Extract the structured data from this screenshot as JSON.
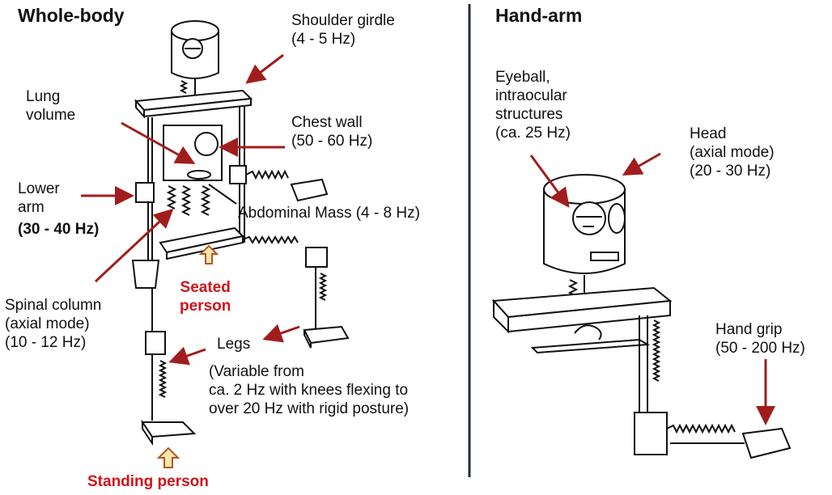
{
  "titles": {
    "whole_body": "Whole-body",
    "hand_arm": "Hand-arm"
  },
  "whole_body_labels": {
    "shoulder_girdle": "Shoulder girdle\n(4 - 5 Hz)",
    "lung_volume": "Lung\nvolume",
    "chest_wall": "Chest wall\n(50 - 60 Hz)",
    "lower_arm": "Lower\narm",
    "lower_arm_freq": "(30 - 40 Hz)",
    "abdominal_mass": "Abdominal Mass (4 - 8 Hz)",
    "spinal_column": "Spinal column\n(axial mode)\n(10 - 12 Hz)",
    "seated_person": "Seated\nperson",
    "legs": "Legs",
    "legs_note": "(Variable from\nca. 2 Hz with knees flexing to\nover 20 Hz with rigid posture)",
    "standing_person": "Standing person"
  },
  "hand_arm_labels": {
    "eyeball": "Eyeball,\nintraocular\nstructures\n(ca. 25 Hz)",
    "head": "Head\n(axial mode)\n(20 - 30 Hz)",
    "hand_grip": "Hand grip\n(50 - 200 Hz)"
  },
  "colors": {
    "arrow": "#a11d1d",
    "highlight_text": "#d0141b",
    "up_arrow_fill": "#f8e6a8",
    "up_arrow_stroke": "#b2572a",
    "divider": "#1f2d3d"
  }
}
